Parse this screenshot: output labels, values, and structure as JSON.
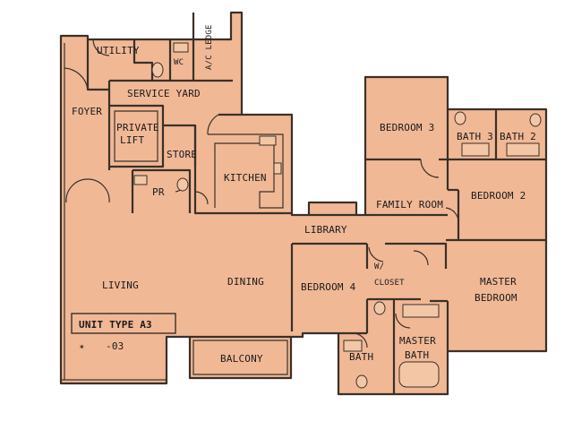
{
  "colors": {
    "floor": "#f1b896",
    "wall": "#3a3028",
    "background": "#ffffff"
  },
  "rooms": {
    "utility": "UTILITY",
    "wc": "WC",
    "ac_ledge": "A/C LEDGE",
    "foyer": "FOYER",
    "service_yard": "SERVICE YARD",
    "private_lift_1": "PRIVATE",
    "private_lift_2": "LIFT",
    "store": "STORE",
    "pr": "PR",
    "kitchen": "KITCHEN",
    "bedroom3": "BEDROOM 3",
    "bath3": "BATH 3",
    "bath2": "BATH 2",
    "family_room": "FAMILY ROOM",
    "bedroom2": "BEDROOM 2",
    "library": "LIBRARY",
    "living": "LIVING",
    "dining": "DINING",
    "bedroom4": "BEDROOM 4",
    "wic": "W/",
    "closet": "CLOSET",
    "master_bedroom_1": "MASTER",
    "master_bedroom_2": "BEDROOM",
    "bath": "BATH",
    "master_bath_1": "MASTER",
    "master_bath_2": "BATH",
    "balcony": "BALCONY"
  },
  "unit_type": "UNIT TYPE A3",
  "unit_number": "-03",
  "unit_marker": "✴"
}
